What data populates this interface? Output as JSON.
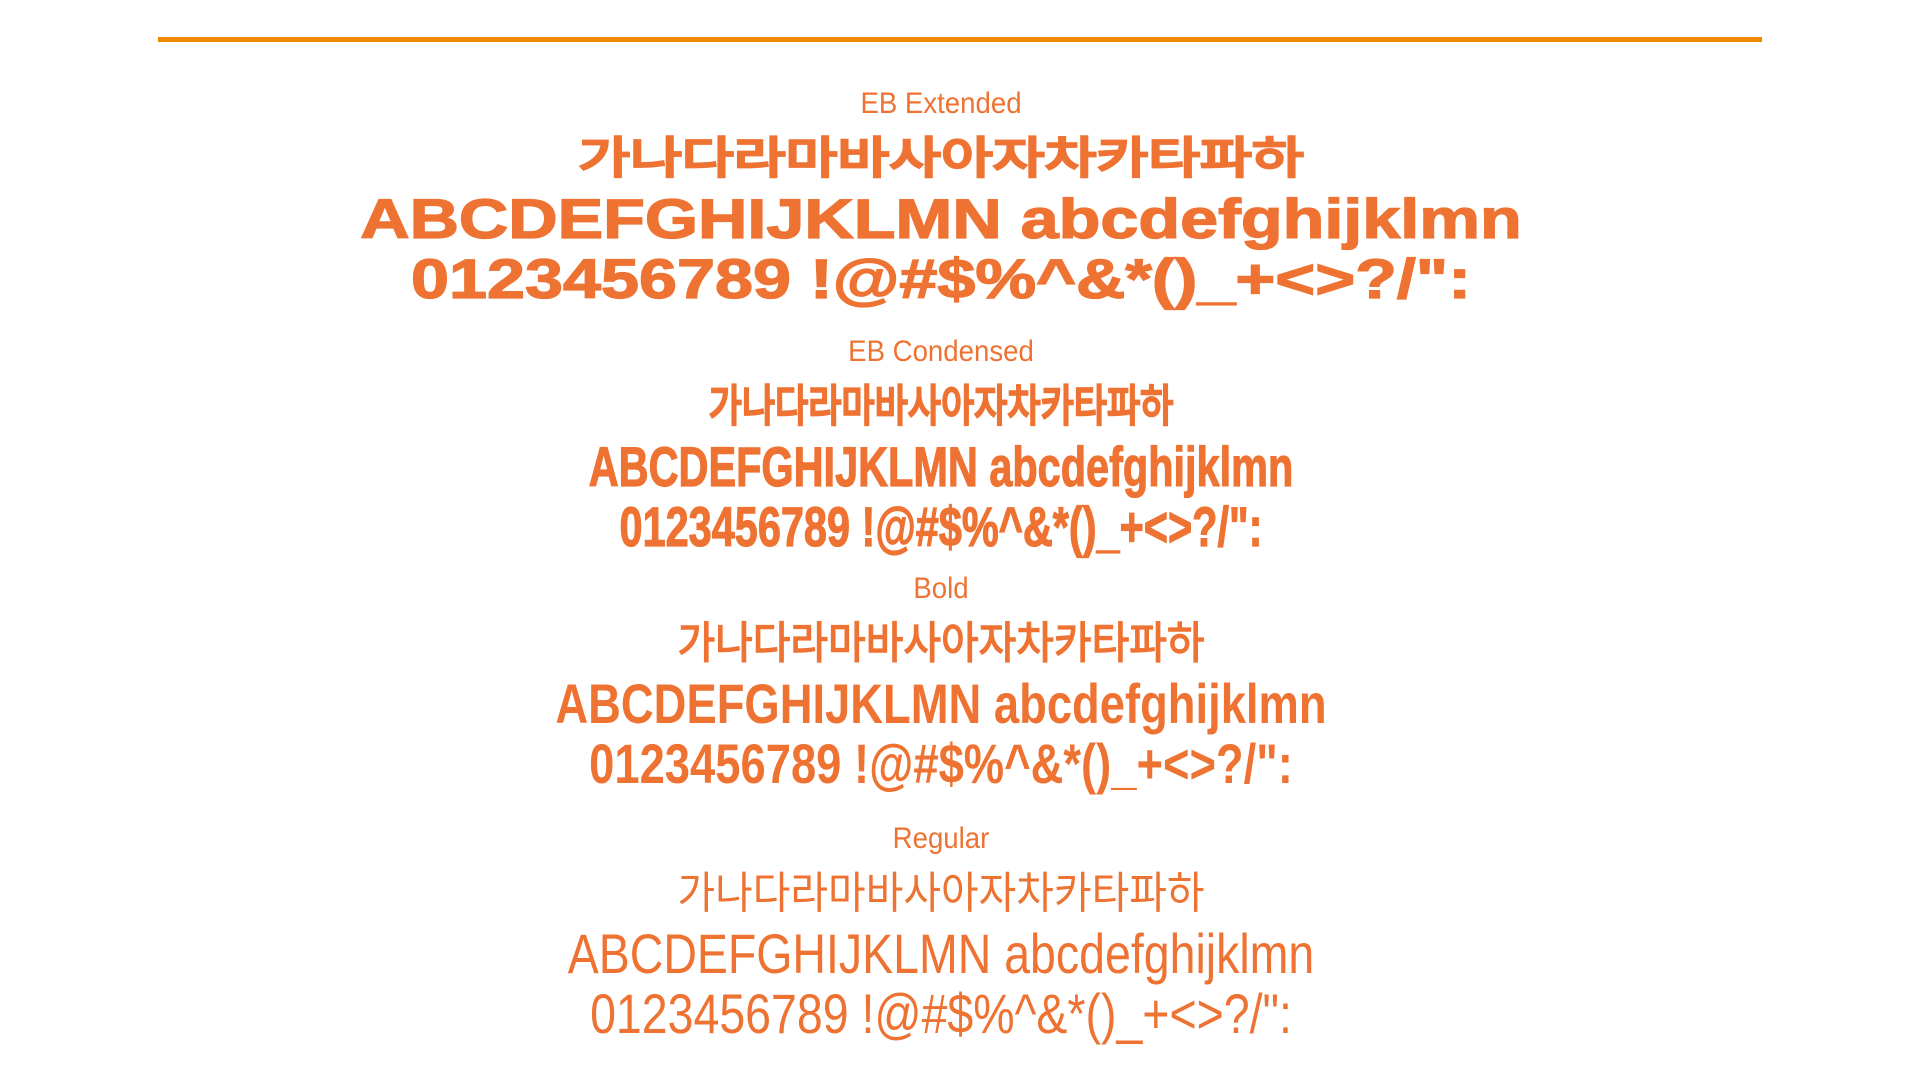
{
  "page": {
    "background": "#ffffff",
    "text_color": "#EE7232",
    "divider_color": "#F28A00"
  },
  "sections": [
    {
      "title": "EB Extended",
      "korean": "가나다라마바사아자차카타파하",
      "latin": "ABCDEFGHIJKLMN abcdefghijklmn",
      "symbols": "0123456789 !@#$%^&*()_+<>?/\":"
    },
    {
      "title": "EB Condensed",
      "korean": "가나다라마바사아자차카타파하",
      "latin": "ABCDEFGHIJKLMN abcdefghijklmn",
      "symbols": "0123456789 !@#$%^&*()_+<>?/\":"
    },
    {
      "title": "Bold",
      "korean": "가나다라마바사아자차카타파하",
      "latin": "ABCDEFGHIJKLMN abcdefghijklmn",
      "symbols": "0123456789 !@#$%^&*()_+<>?/\":"
    },
    {
      "title": "Regular",
      "korean": "가나다라마바사아자차카타파하",
      "latin": "ABCDEFGHIJKLMN abcdefghijklmn",
      "symbols": "0123456789 !@#$%^&*()_+<>?/\":"
    }
  ]
}
